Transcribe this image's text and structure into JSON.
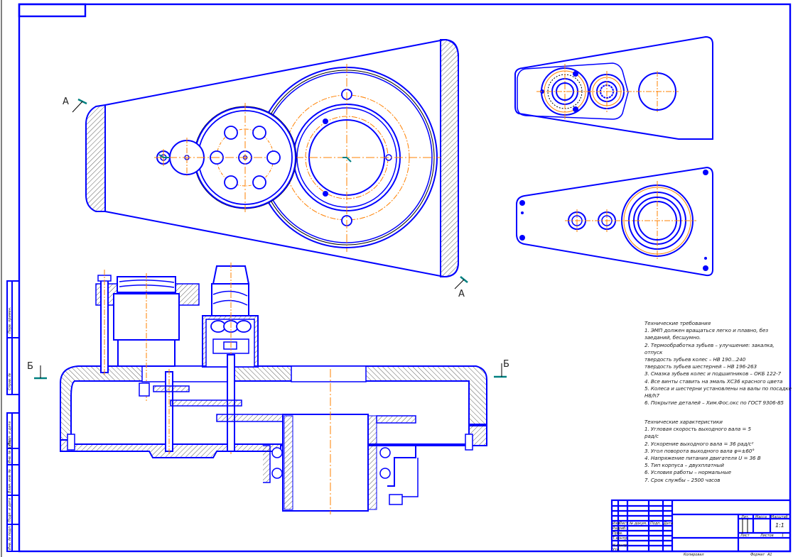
{
  "colors": {
    "outline": "#0000ff",
    "centerline": "#ff8000",
    "section_mark": "#008080",
    "hatch": "#333333",
    "text": "#1a1a1a"
  },
  "section_labels": {
    "a_top": "А",
    "a_bottom": "А",
    "b_left": "Б",
    "b_right": "Б"
  },
  "technical_requirements": {
    "title": "Технические требования",
    "lines": [
      "1. ЭМП должен вращаться легко и плавно, без",
      "заеданий, бесшумно.",
      "2. Термообработка зубьев – улучшение: закалка,",
      "отпуск",
      "   твердость зубьев колес – НВ 190...240",
      "   твердость зубьев шестерней – НВ 196-263",
      "3. Смазка зубьев колес и подшипников – ОКБ 122-7",
      "4. Все винты ставить на эмаль ХС36 красного цвета",
      "5. Колеса и шестерни установлены на валы по посадке",
      "Н8/h7",
      "6. Покрытие деталей – Хим.Фос.окс по ГОСТ 9306-85"
    ]
  },
  "technical_characteristics": {
    "title": "Технические характеристики",
    "lines": [
      "1. Угловая скорость выходного вала = 5",
      "рад/с",
      "2. Ускорение выходного вала = 36 рад/с²",
      "3. Угол поворота выходного вала φ=±60°",
      "4. Напряжение питания двигателя U = 36 В",
      "5. Тип корпуса – двухплатный",
      "6. Условия работы – нормальные",
      "7. Срок службы – 2500 часов"
    ]
  },
  "title_block": {
    "headers": [
      "Изм.",
      "Лист",
      "№ докум.",
      "Подп.",
      "Дата"
    ],
    "roles": [
      "Разраб.",
      "Пров.",
      "Т.контр.",
      "",
      "Н.контр.",
      "Утв."
    ],
    "lit_label": "Лит.",
    "mass_label": "Масса",
    "scale_label": "Масштаб",
    "scale_value": "1:1",
    "sheet_label": "Лист",
    "sheets_label": "Листов",
    "sheets_value": "1",
    "copied_label": "Копировал",
    "format_label": "Формат",
    "format_value": "А1"
  },
  "side_stamp": {
    "top_labels": [
      "Перв. примен.",
      "Справ. №"
    ],
    "bottom_labels": [
      "Подп. и дата",
      "Инв. № дубл.",
      "Взам. инв. №",
      "Подп. и дата",
      "Инв. № подл."
    ]
  }
}
